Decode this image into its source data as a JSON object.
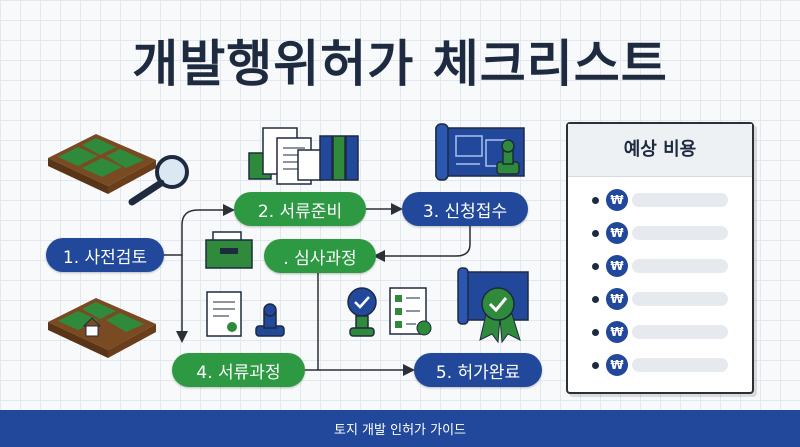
{
  "title": "개발행위허가 체크리스트",
  "steps": {
    "s1": "1. 사전검토",
    "s2": "2. 서류준비",
    "s3": "3. 신청접수",
    "s4": ". 심사과정",
    "s5": "4. 서류과정",
    "s6": "5. 허가완료"
  },
  "cost_card": {
    "title": "예상 비용",
    "won_symbol": "₩",
    "rows": 6
  },
  "footer": "토지 개발 인허가 가이드",
  "colors": {
    "blue": "#21489a",
    "green": "#2d9a43",
    "dark": "#1d2a3f"
  }
}
